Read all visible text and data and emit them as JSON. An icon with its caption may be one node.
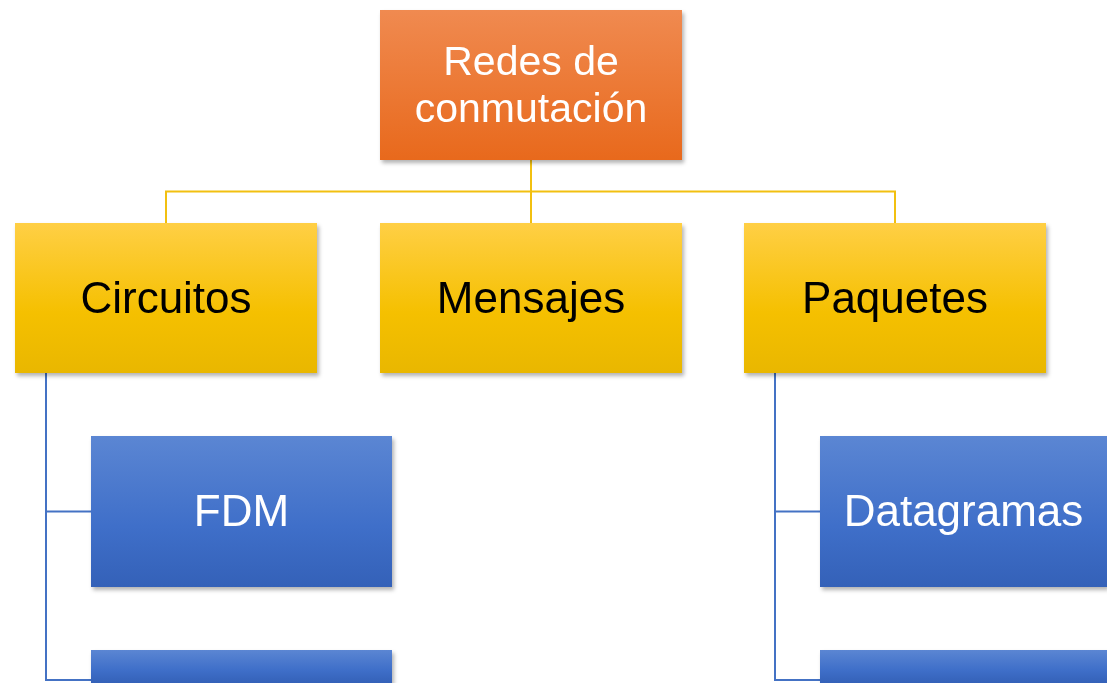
{
  "diagram": {
    "nodes": [
      {
        "text": [
          "Redes de conmutación"
        ]
      },
      {
        "text": [
          "Circuitos"
        ]
      },
      {
        "text": [
          "Mensajes"
        ]
      },
      {
        "text": [
          "Paquetes"
        ]
      },
      {
        "text": [
          "FDM"
        ]
      },
      {
        "text": [],
        "shape": "box"
      },
      {
        "text": [
          "Datagramas"
        ]
      },
      {
        "text": [],
        "shape": "box"
      }
    ],
    "edges": [
      {
        "from": 0,
        "to": 1,
        "arrow": "none",
        "color": "#f2c010"
      },
      {
        "from": 0,
        "to": 2,
        "arrow": "none",
        "color": "#f2c010"
      },
      {
        "from": 0,
        "to": 3,
        "arrow": "none",
        "color": "#f2c010"
      },
      {
        "from": 1,
        "to": 4,
        "arrow": "none"
      },
      {
        "from": 1,
        "to": 5,
        "arrow": "none"
      },
      {
        "from": 3,
        "to": 6,
        "arrow": "none"
      },
      {
        "from": 3,
        "to": 7,
        "arrow": "none"
      }
    ]
  }
}
